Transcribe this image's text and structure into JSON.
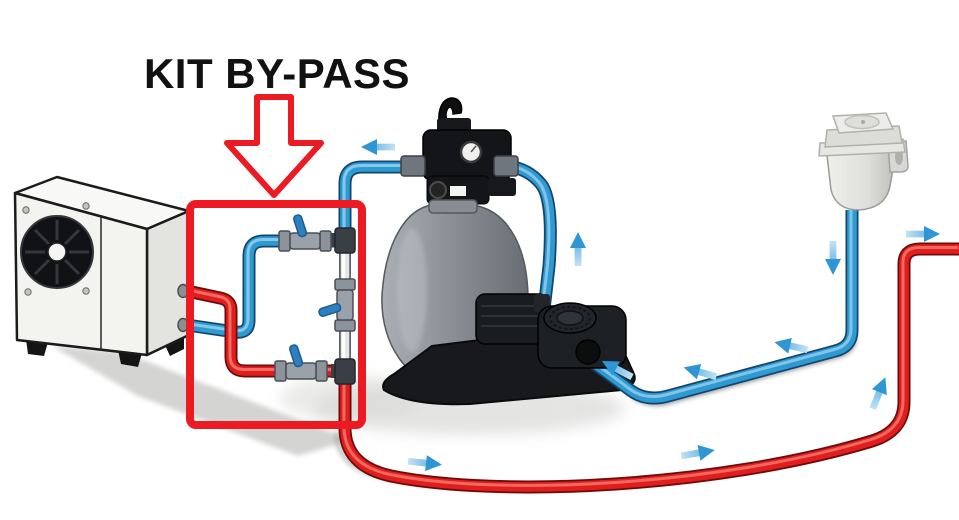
{
  "title": {
    "label": "KIT BY-PASS"
  },
  "annotation": {
    "highlight_color": "#ec1a22",
    "arrow_direction": "down",
    "highlighted_component": "bypass-kit"
  },
  "components": {
    "heat_pump": "heat-pump-unit",
    "bypass_kit": "bypass-kit-three-ball-valves",
    "filter": "sand-filter-with-multiport-valve",
    "pressure_gauge": "pressure-gauge",
    "pump": "filtration-pump",
    "skimmer": "pool-skimmer"
  },
  "colors": {
    "cold_water_pipe": "#2f9ad2",
    "warm_water_pipe": "#e01e1e",
    "bypass_pipe": "#e6e6e4",
    "flow_arrow": "#3ea3dd",
    "valve_handle": "#2e7fc0",
    "equipment_dark": "#17191c"
  },
  "flow_arrow_count": 10
}
